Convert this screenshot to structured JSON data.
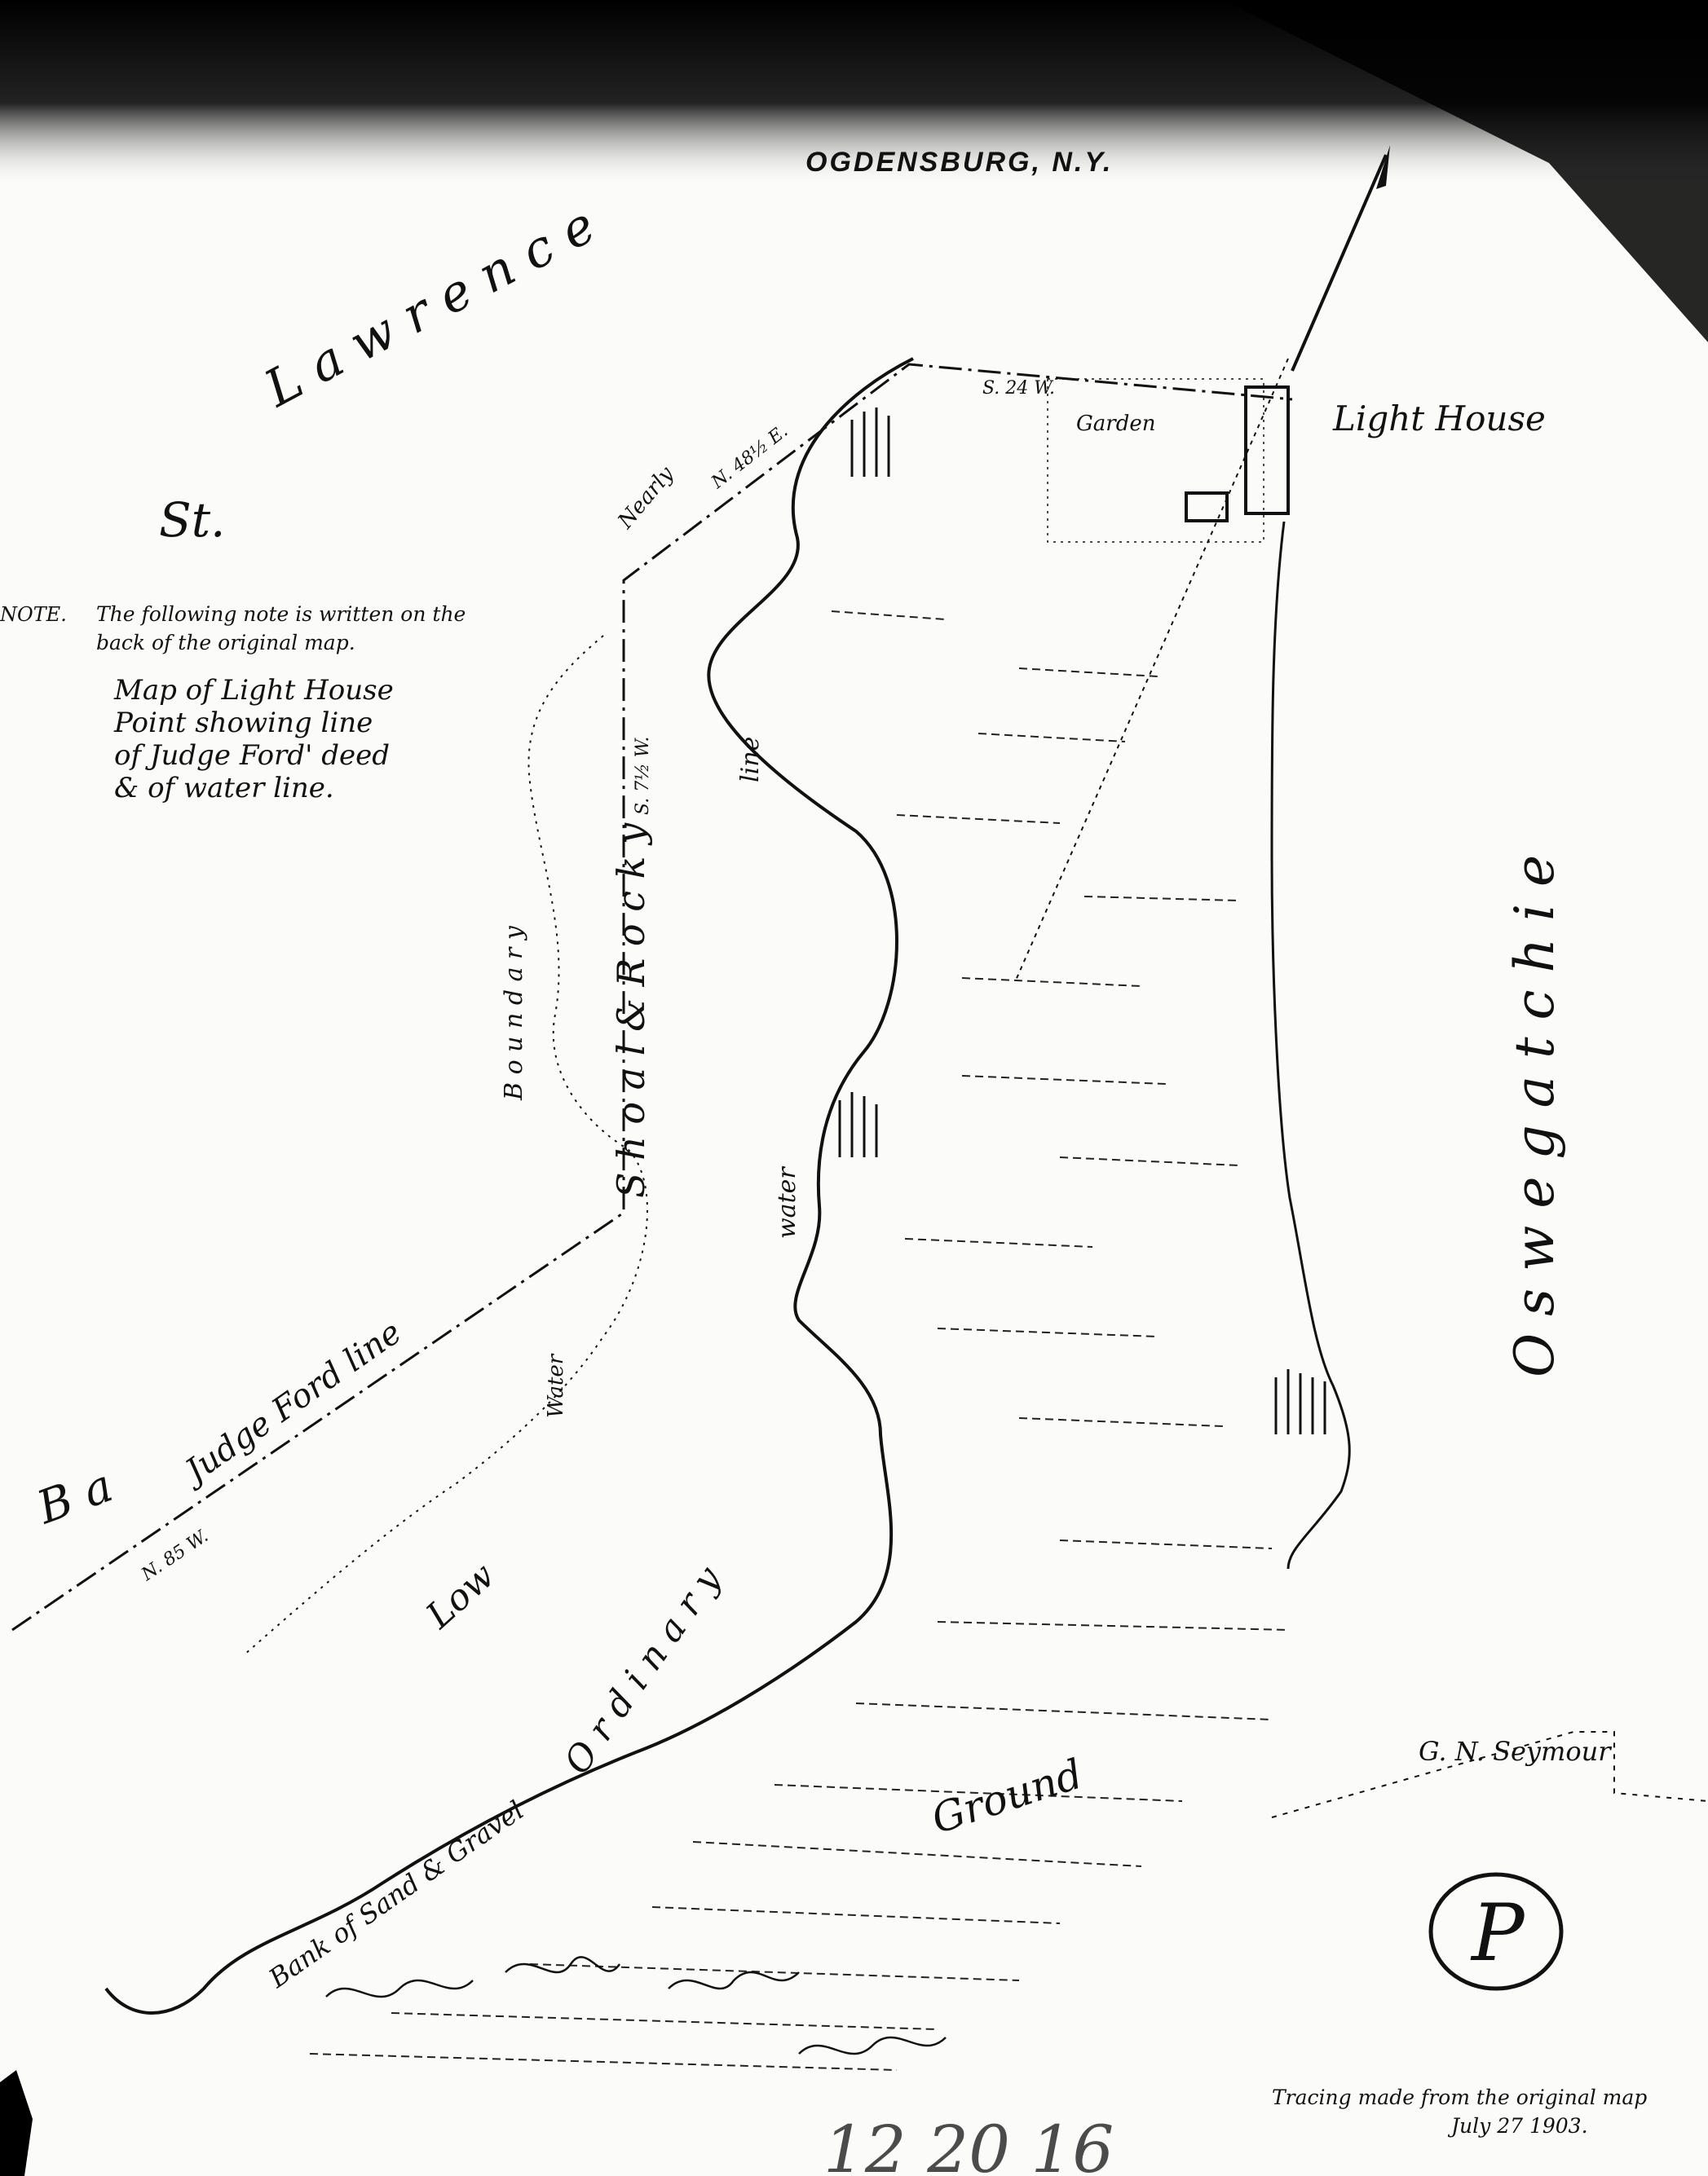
{
  "title": "OGDENSBURG, N.Y.",
  "labels": {
    "river_st": "St.",
    "river_lawrence": "L a w r e n c e",
    "river_oswegatchie": "O s w e g a t c h i e",
    "light_house": "Light House",
    "garden": "Garden",
    "shoal_rocky": "S h o a l  &  R o c k y",
    "nearly": "Nearly",
    "boundary": "B o u n d a r y",
    "water_line_top": "line",
    "water_line_mid": "water",
    "low_water": "Low",
    "low_water_2": "Water",
    "judge_ford_line": "Judge Ford line",
    "ba": "B a",
    "ordinary": "O r d i n a r y",
    "ground": "Ground",
    "bank": "Bank of Sand & Gravel",
    "seymour": "G. N. Seymour",
    "bearing_1": "N. 48½ E.",
    "bearing_2": "S. 24 W.",
    "bearing_3": "S. 7½ W.",
    "bearing_4": "N. 85 W."
  },
  "note": {
    "head": "NOTE.",
    "line1": "The following note is written on the",
    "line2": "back of the original map.",
    "text1": "Map of Light House",
    "text2": "Point showing line",
    "text3": "of Judge Ford' deed",
    "text4": "& of water line."
  },
  "tracing": {
    "line1": "Tracing made from the original map",
    "line2": "July 27 1903."
  },
  "stamp_letter": "P",
  "handwriting": "12 20 16"
}
